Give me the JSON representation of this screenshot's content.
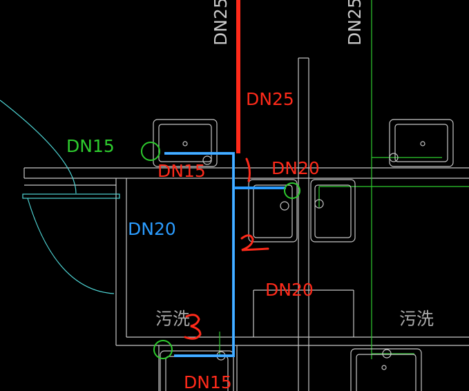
{
  "labels": {
    "dn25_vertical_left": "DN25",
    "dn25_vertical_right": "DN25",
    "dn25_red": "DN25",
    "dn15_green": "DN15",
    "dn15_red_top": "DN15",
    "dn20_red_top": "DN20",
    "dn20_blue": "DN20",
    "dn20_red_bottom": "DN20",
    "dn15_red_bottom": "DN15",
    "room_left": "污洗",
    "room_right": "污洗"
  },
  "hand_marks": [
    "1",
    "2",
    "3"
  ],
  "colors": {
    "background": "#000000",
    "wall": "#c8c8c8",
    "supply_red": "#ff2a1a",
    "pipe_blue": "#2b9cff",
    "pipe_green": "#2ecc2e",
    "door_cyan": "#4fd6d6"
  }
}
